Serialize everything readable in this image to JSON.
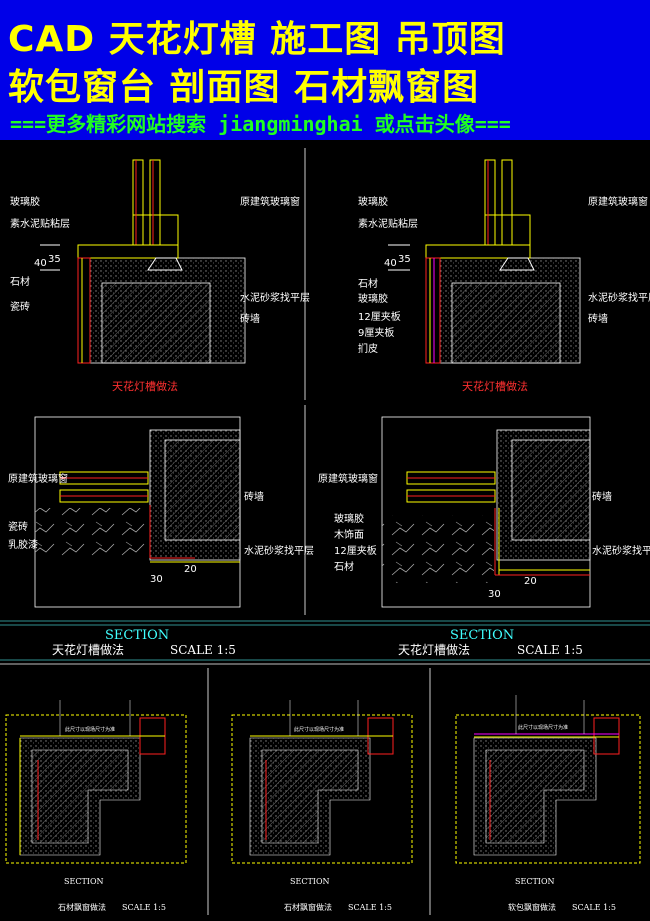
{
  "banner": {
    "line1": "CAD 天花灯槽 施工图 吊顶图",
    "line2": "软包窗台 剖面图 石材飘窗图",
    "line3": "===更多精彩网站搜索 jiangminghai 或点击头像==="
  },
  "panel1": {
    "labels": [
      "玻璃胶",
      "素水泥贴粘层",
      "石材",
      "瓷砖"
    ],
    "right_labels": [
      "原建筑玻璃窗",
      "水泥砂浆找平层",
      "砖墙"
    ],
    "dims": [
      "40",
      "35"
    ],
    "caption": "天花灯槽做法"
  },
  "panel2": {
    "labels": [
      "玻璃胶",
      "素水泥贴粘层",
      "石材",
      "玻璃胶",
      "12厘夹板",
      "9厘夹板",
      "扪皮"
    ],
    "right_labels": [
      "原建筑玻璃窗",
      "水泥砂浆找平层",
      "砖墙"
    ],
    "dims": [
      "40",
      "35"
    ],
    "caption": "天花灯槽做法"
  },
  "panel3": {
    "labels": [
      "原建筑玻璃窗",
      "瓷砖",
      "乳胶漆"
    ],
    "right_labels": [
      "砖墙",
      "水泥砂浆找平层"
    ],
    "dims": [
      "30",
      "20"
    ]
  },
  "panel4": {
    "labels": [
      "原建筑玻璃窗",
      "玻璃胶",
      "木饰面",
      "12厘夹板",
      "石材"
    ],
    "right_labels": [
      "砖墙",
      "水泥砂浆找平层"
    ],
    "dims": [
      "30",
      "20"
    ]
  },
  "sections": [
    {
      "title": "SECTION",
      "subtitle": "天花灯槽做法",
      "scale": "SCALE 1:5"
    },
    {
      "title": "SECTION",
      "subtitle": "天花灯槽做法",
      "scale": "SCALE 1:5"
    }
  ],
  "bottom": [
    {
      "title": "SECTION",
      "subtitle": "石材飘窗做法",
      "scale": "SCALE 1:5",
      "note": "此尺寸以现场尺寸为准"
    },
    {
      "title": "SECTION",
      "subtitle": "石材飘窗做法",
      "scale": "SCALE 1:5",
      "note": "此尺寸以现场尺寸为准"
    },
    {
      "title": "SECTION",
      "subtitle": "软包飘窗做法",
      "scale": "SCALE 1:5",
      "note": "此尺寸以现场尺寸为准"
    }
  ],
  "colors": {
    "background": "#000000",
    "banner": "#0000e8",
    "title": "#ffff00",
    "subtitle": "#20ff20",
    "cad_yellow": "#ffff00",
    "cad_red": "#ff2020",
    "cad_cyan": "#40ffff"
  }
}
